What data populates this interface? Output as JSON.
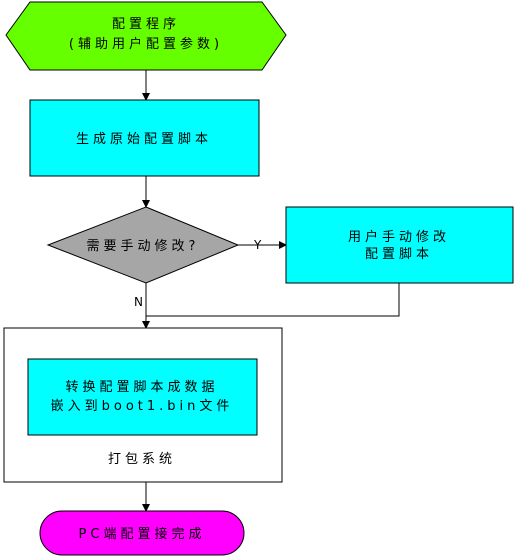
{
  "nodes": {
    "start": {
      "line1": "配置程序",
      "line2": "(辅助用户配置参数)",
      "fill": "#66ff00"
    },
    "generate": {
      "label": "生成原始配置脚本",
      "fill": "#00ffff"
    },
    "decision": {
      "label": "需要手动修改?",
      "fill": "#a6a6a6"
    },
    "manual_edit": {
      "line1": "用户手动修改",
      "line2": "配置脚本",
      "fill": "#00ffff"
    },
    "package_group": {
      "label": "打包系统",
      "fill": "#ffffff"
    },
    "convert": {
      "line1": "转换配置脚本成数据",
      "line2": "嵌入到boot1.bin文件",
      "fill": "#00ffff"
    },
    "end": {
      "label": "PC端配置接完成",
      "fill": "#ff00ff"
    }
  },
  "edges": {
    "yes_label": "Y",
    "no_label": "N"
  },
  "colors": {
    "stroke": "#000000"
  }
}
